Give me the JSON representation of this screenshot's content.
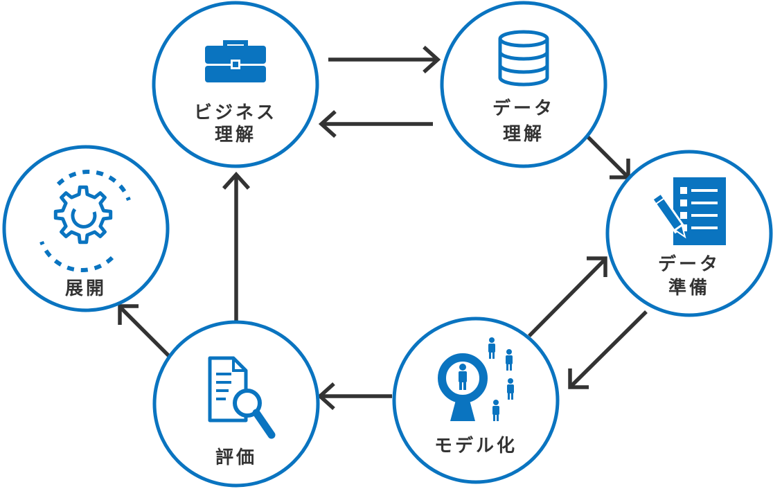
{
  "colors": {
    "accent": "#0a74c0",
    "arrow": "#333333",
    "text": "#333333",
    "background": "#ffffff"
  },
  "stages": {
    "business": {
      "line1": "ビジネス",
      "line2": "理解",
      "icon": "briefcase-icon"
    },
    "data_understanding": {
      "line1": "データ",
      "line2": "理解",
      "icon": "database-icon"
    },
    "data_preparation": {
      "line1": "データ",
      "line2": "準備",
      "icon": "checklist-icon"
    },
    "modeling": {
      "line1": "モデル化",
      "icon": "magnifier-people-icon"
    },
    "evaluation": {
      "line1": "評価",
      "icon": "document-search-icon"
    },
    "deployment": {
      "line1": "展開",
      "icon": "gear-cycle-icon"
    }
  }
}
